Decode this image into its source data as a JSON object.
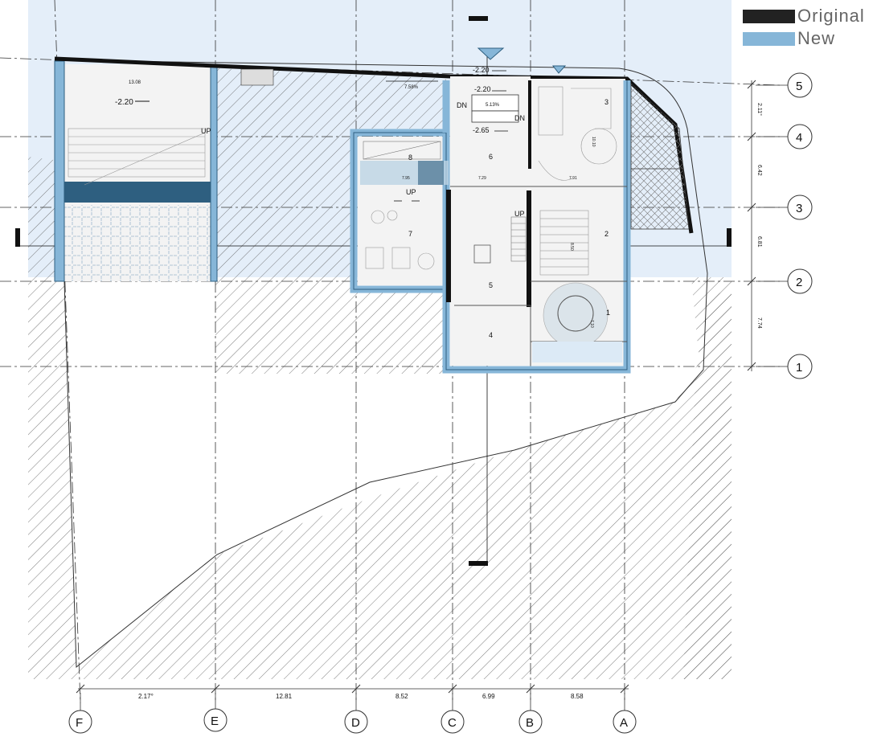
{
  "legend": {
    "original_label": "Original",
    "new_label": "New",
    "original_color": "#222222",
    "new_color": "#86b6d8"
  },
  "colors": {
    "sky": "#e4eef9",
    "new_wall": "#86b6d8",
    "original_wall": "#111111",
    "floor": "#f3f3f3",
    "dark_blue": "#2e5f80"
  },
  "grid": {
    "columns": [
      "F",
      "E",
      "D",
      "C",
      "B",
      "A"
    ],
    "rows": [
      "5",
      "4",
      "3",
      "2",
      "1"
    ],
    "column_dims": [
      "2.17°",
      "12.81",
      "8.52",
      "6.99",
      "8.58"
    ],
    "row_dims": [
      "2.11°",
      "6.42",
      "6.81",
      "7.74"
    ]
  },
  "rooms": [
    "1",
    "2",
    "3",
    "4",
    "5",
    "6",
    "7",
    "8"
  ],
  "levels": {
    "top_ramp": "-2.20",
    "entrance_1": "-2.20",
    "entrance_2": "-2.20",
    "lower": "-2.65"
  },
  "annotations": {
    "slope_1": "7.58%",
    "slope_2": "5.13%",
    "up": "UP",
    "dn": "DN",
    "width_13": "13.08",
    "dim_795": "7.95",
    "dim_729": "7.29",
    "dim_791": "7.91",
    "dim_850": "8.50",
    "dim_710": "7.10",
    "dim_1010": "10.10"
  }
}
